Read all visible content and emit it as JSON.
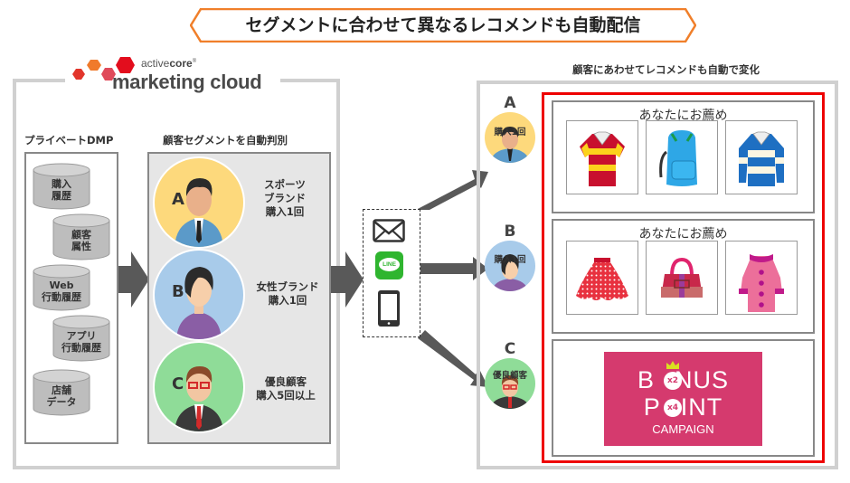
{
  "header": {
    "title": "セグメントに合わせて異なるレコメンドも自動配信",
    "border_color": "#f07f2a"
  },
  "logo": {
    "brand_top": "activecore",
    "brand_top_bold": "core",
    "brand_main": "marketing cloud",
    "registered": "®"
  },
  "left": {
    "dmp_label": "プライベートDMP",
    "segment_label": "顧客セグメントを自動判別",
    "dmp_items": [
      {
        "line1": "購入",
        "line2": "履歴"
      },
      {
        "line1": "顧客",
        "line2": "属性"
      },
      {
        "line1": "Web",
        "line2": "行動履歴"
      },
      {
        "line1": "アプリ",
        "line2": "行動履歴"
      },
      {
        "line1": "店舗",
        "line2": "データ"
      }
    ],
    "segments": [
      {
        "letter": "A",
        "line1": "スポーツ",
        "line2": "ブランド",
        "line3": "購入1回",
        "color": "#fdd97c"
      },
      {
        "letter": "B",
        "line1": "女性ブランド",
        "line2": "購入1回",
        "color": "#a8cbea"
      },
      {
        "letter": "C",
        "line1": "優良顧客",
        "line2": "購入5回以上",
        "color": "#8fdc98"
      }
    ]
  },
  "channels": [
    {
      "icon": "mail-icon"
    },
    {
      "icon": "line-app-icon",
      "label": "LINE"
    },
    {
      "icon": "tablet-icon"
    }
  ],
  "right": {
    "caption": "顧客にあわせてレコメンドも自動で変化",
    "customers": [
      {
        "letter": "A",
        "tag": "購入1回",
        "color": "#fdd97c"
      },
      {
        "letter": "B",
        "tag": "購入1回",
        "color": "#a8cbea"
      },
      {
        "letter": "C",
        "tag": "優良顧客",
        "color": "#8fdc98"
      }
    ],
    "recommendations": [
      {
        "title": "あなたにお薦め",
        "products": [
          "rugby-shirt-red-yellow",
          "backpack-blue",
          "rugby-shirt-blue-white"
        ]
      },
      {
        "title": "あなたにお薦め",
        "products": [
          "polka-dot-skirt",
          "red-handbag",
          "pink-coat"
        ]
      }
    ],
    "campaign": {
      "line1": "BONUS",
      "line2": "POINT",
      "line3": "CAMPAIGN",
      "badge1": "x2",
      "badge2": "x4",
      "bg_color": "#d53a6e"
    },
    "highlight_color": "#ee0000"
  }
}
